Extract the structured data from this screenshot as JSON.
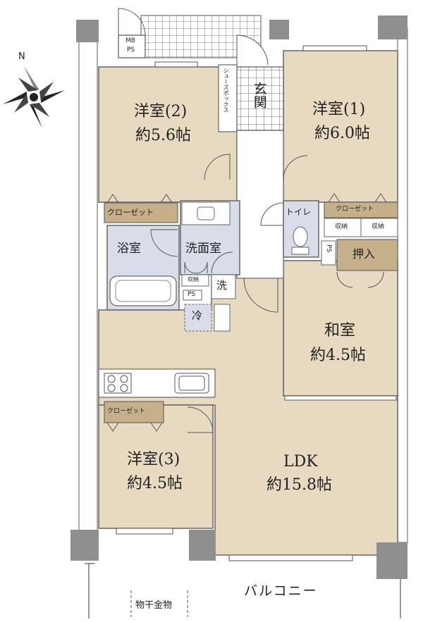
{
  "rooms": {
    "western1": {
      "name": "洋室(1)",
      "size": "約6.0帖"
    },
    "western2": {
      "name": "洋室(2)",
      "size": "約5.6帖"
    },
    "western3": {
      "name": "洋室(3)",
      "size": "約4.5帖"
    },
    "japanese": {
      "name": "和室",
      "size": "約4.5帖"
    },
    "ldk": {
      "name": "LDK",
      "size": "約15.8帖"
    },
    "genkan": "玄関",
    "bath": "浴室",
    "washroom": "洗面室",
    "toilet": "トイレ",
    "closet_w2": "クローゼット",
    "closet_w1": "クローゼット",
    "closet_w3": "クローゼット",
    "oshiire": "押入"
  },
  "labels": {
    "mbps_1": "MB",
    "mbps_2": "PS",
    "shoe_box": "シューズボックス",
    "storage_a": "収納",
    "storage_b": "収納",
    "storage_wash": "収納",
    "ps_small": "PS",
    "ps_vertical": "PS",
    "fridge": "冷",
    "washer": "洗",
    "balcony": "バルコニー",
    "drying_rack": "物干金物"
  },
  "colors": {
    "room_fill": "#e7dac1",
    "closet_fill": "#c5b08a",
    "wet_fill": "#d9dce9",
    "wall": "#9b9b9b",
    "pillar": "#8f8f8f"
  },
  "icons": {
    "compass": "north-compass-icon",
    "north_mark": "N"
  }
}
